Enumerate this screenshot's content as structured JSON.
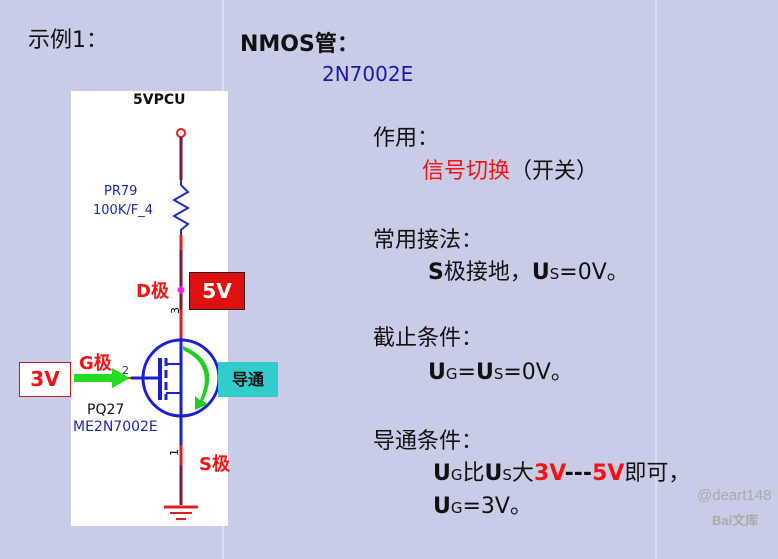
{
  "title": {
    "example": "示例1：",
    "device": "NMOS管：",
    "part": "2N7002E"
  },
  "circuit": {
    "supply": "5VPCU",
    "resistor_ref": "PR79",
    "resistor_val": "100K/F_4",
    "d_label": "D极",
    "d_voltage": "5V",
    "g_label": "G极",
    "g_voltage": "3V",
    "s_label": "S极",
    "pin3": "3",
    "pin2": "2",
    "pin1": "1",
    "fet_ref": "PQ27",
    "fet_part": "ME2N7002E",
    "state": "导通"
  },
  "sections": {
    "function_title": "作用：",
    "function_red": "信号切换",
    "function_rest": "（开关）",
    "usage_title": "常用接法：",
    "usage_s": "S",
    "usage_rest": "极接地，",
    "usage_u": "U",
    "usage_sub": "S",
    "usage_val": "=0V。",
    "cutoff_title": "截止条件：",
    "cutoff_u1": "U",
    "cutoff_g": "G",
    "cutoff_eq": "=",
    "cutoff_u2": "U",
    "cutoff_s": "S",
    "cutoff_val": "=0V。",
    "on_title": "导通条件：",
    "on_u1": "U",
    "on_g": "G",
    "on_bi": "比",
    "on_u2": "U",
    "on_s": "S",
    "on_da": "大",
    "on_3v": "3V",
    "on_dash": "---",
    "on_5v": "5V",
    "on_end": "即可，",
    "on2_u": "U",
    "on2_g": "G",
    "on2_val": "=3V。"
  },
  "watermark": {
    "user": "@deart148",
    "brand": "Bai文库"
  }
}
